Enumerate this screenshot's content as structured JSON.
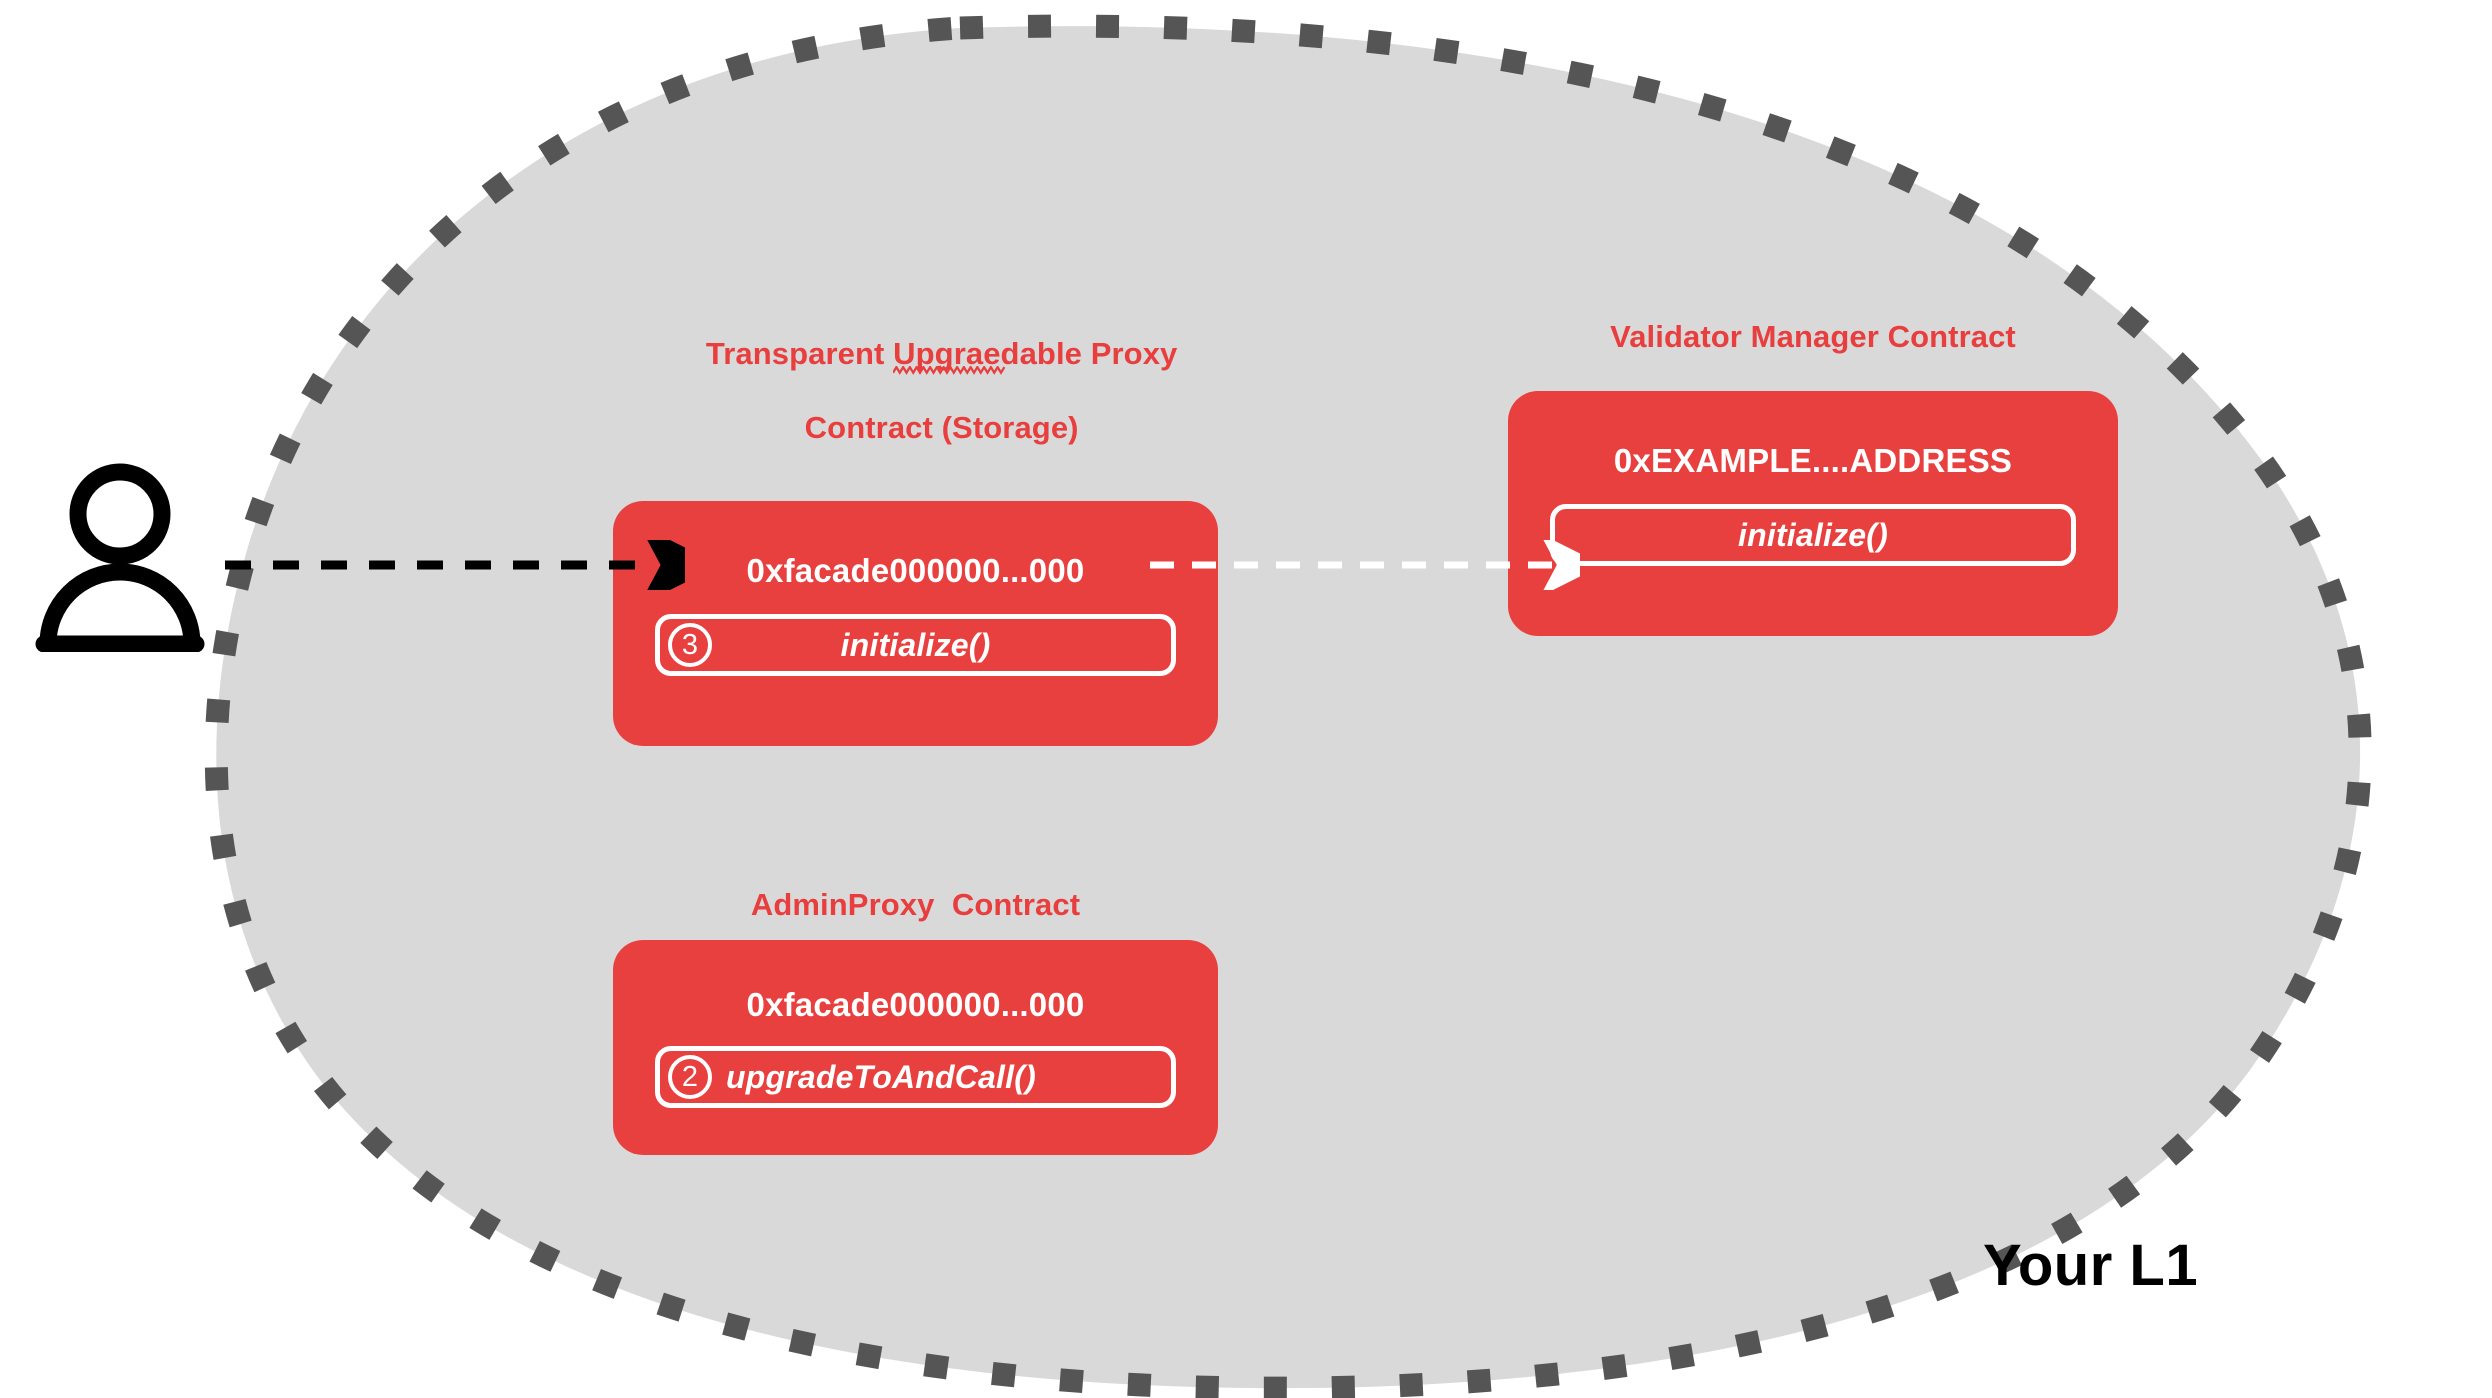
{
  "network": {
    "label": "Your L1",
    "fill_color": "#d9d9d9",
    "border_color": "#555555"
  },
  "actor": {
    "icon": "user-icon",
    "color": "#000000"
  },
  "colors": {
    "contract_red": "#e8403e",
    "title_red": "#e83e3e",
    "white": "#ffffff",
    "black": "#000000"
  },
  "contracts": [
    {
      "id": "transparent-upgradeable-proxy",
      "title_line1_pre": "Transparent ",
      "title_line1_misspelled": "Upgraedable",
      "title_line1_post": " Proxy",
      "title_line2": "Contract (Storage)",
      "misspelled": true,
      "address": "0xfacade000000...000",
      "methods": [
        {
          "step": "3",
          "label": "initialize()"
        }
      ]
    },
    {
      "id": "validator-manager",
      "title": "Validator Manager Contract",
      "misspelled": false,
      "address": "0xEXAMPLE....ADDRESS",
      "methods": [
        {
          "step": "",
          "label": "initialize()"
        }
      ]
    },
    {
      "id": "admin-proxy",
      "title": "AdminProxy  Contract",
      "misspelled": false,
      "address": "0xfacade000000...000",
      "methods": [
        {
          "step": "2",
          "label": "upgradeToAndCall()"
        }
      ]
    }
  ],
  "arrows": [
    {
      "id": "user-to-proxy",
      "from": "actor",
      "to": "transparent-upgradeable-proxy.initialize",
      "style": "dashed",
      "color": "#000000"
    },
    {
      "id": "proxy-to-validator-manager",
      "from": "transparent-upgradeable-proxy.initialize",
      "to": "validator-manager.initialize",
      "style": "dashed",
      "color": "#ffffff"
    }
  ]
}
